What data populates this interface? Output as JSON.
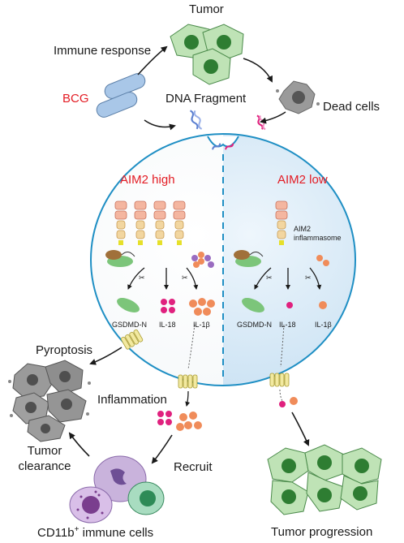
{
  "labels": {
    "tumor": "Tumor",
    "immune_response": "Immune response",
    "bcg": "BCG",
    "dna_fragment": "DNA Fragment",
    "dead_cells": "Dead cells",
    "aim2_high": "AIM2 high",
    "aim2_low": "AIM2 low",
    "aim2_inflammasome_line1": "AIM2",
    "aim2_inflammasome_line2": "inflammasome",
    "gsdmd_n_left": "GSDMD-N",
    "il18_left": "IL-18",
    "il1b_left": "IL-1β",
    "gsdmd_n_right": "GSDMD-N",
    "il18_right": "IL-18",
    "il1b_right": "IL-1β",
    "pyroptosis": "Pyroptosis",
    "inflammation": "Inflammation",
    "recruit": "Recruit",
    "tumor_clearance_line1": "Tumor",
    "tumor_clearance_line2": "clearance",
    "cd11b_prefix": "CD11b",
    "cd11b_sup": "+",
    "cd11b_suffix": " immune cells",
    "tumor_progression": "Tumor progression",
    "scissors_symbol": "✂"
  },
  "colors": {
    "accent_red": "#e31b23",
    "cell_membrane": "#1f8fc4",
    "cell_fill_right": "#d8eaf7",
    "tumor_fill": "#bfe3b6",
    "tumor_nucleus": "#2e7d32",
    "gsdmd_green": "#7cc57a",
    "il18_pink": "#e0217e",
    "il1b_orange": "#f08c5a",
    "pore_yellow": "#f2e9a0",
    "dead_cell_gray": "#8a8a8a",
    "bcg_blue": "#a9c7e8"
  }
}
